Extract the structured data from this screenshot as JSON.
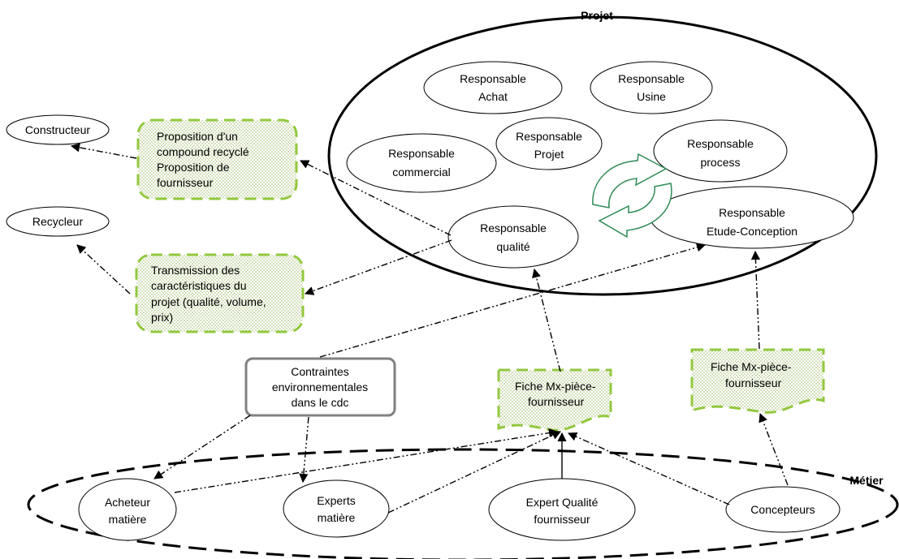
{
  "title_projet": "Projet",
  "title_metier": "Métier",
  "projet_roles": {
    "achat": [
      "Responsable",
      "Achat"
    ],
    "usine": [
      "Responsable",
      "Usine"
    ],
    "projet": [
      "Responsable",
      "Projet"
    ],
    "commercial": [
      "Responsable",
      "commercial"
    ],
    "process": [
      "Responsable",
      "process"
    ],
    "qualite": [
      "Responsable",
      "qualité"
    ],
    "etude": [
      "Responsable",
      "Etude-Conception"
    ]
  },
  "external": {
    "constructeur": "Constructeur",
    "recycleur": "Recycleur"
  },
  "notes": {
    "proposition": [
      "Proposition d'un",
      "compound recyclé",
      "Proposition de",
      "fournisseur"
    ],
    "transmission": [
      "Transmission des",
      "caractéristiques du",
      "projet (qualité, volume,",
      "prix)"
    ],
    "contraintes": [
      "Contraintes",
      "environnementales",
      "dans le cdc"
    ],
    "fiche_center": [
      "Fiche Mx-pièce-",
      "fournisseur"
    ],
    "fiche_right": [
      "Fiche Mx-pièce-",
      "fournisseur"
    ]
  },
  "metier_roles": {
    "acheteur": [
      "Acheteur",
      "matière"
    ],
    "experts": [
      "Experts",
      "matière"
    ],
    "expert_qualite": [
      "Expert Qualité",
      "fournisseur"
    ],
    "concepteurs": "Concepteurs"
  },
  "colors": {
    "green": "#92c83e",
    "recycle": "#2e8b57",
    "grey": "#808080",
    "dots": "#b5cc8e"
  }
}
